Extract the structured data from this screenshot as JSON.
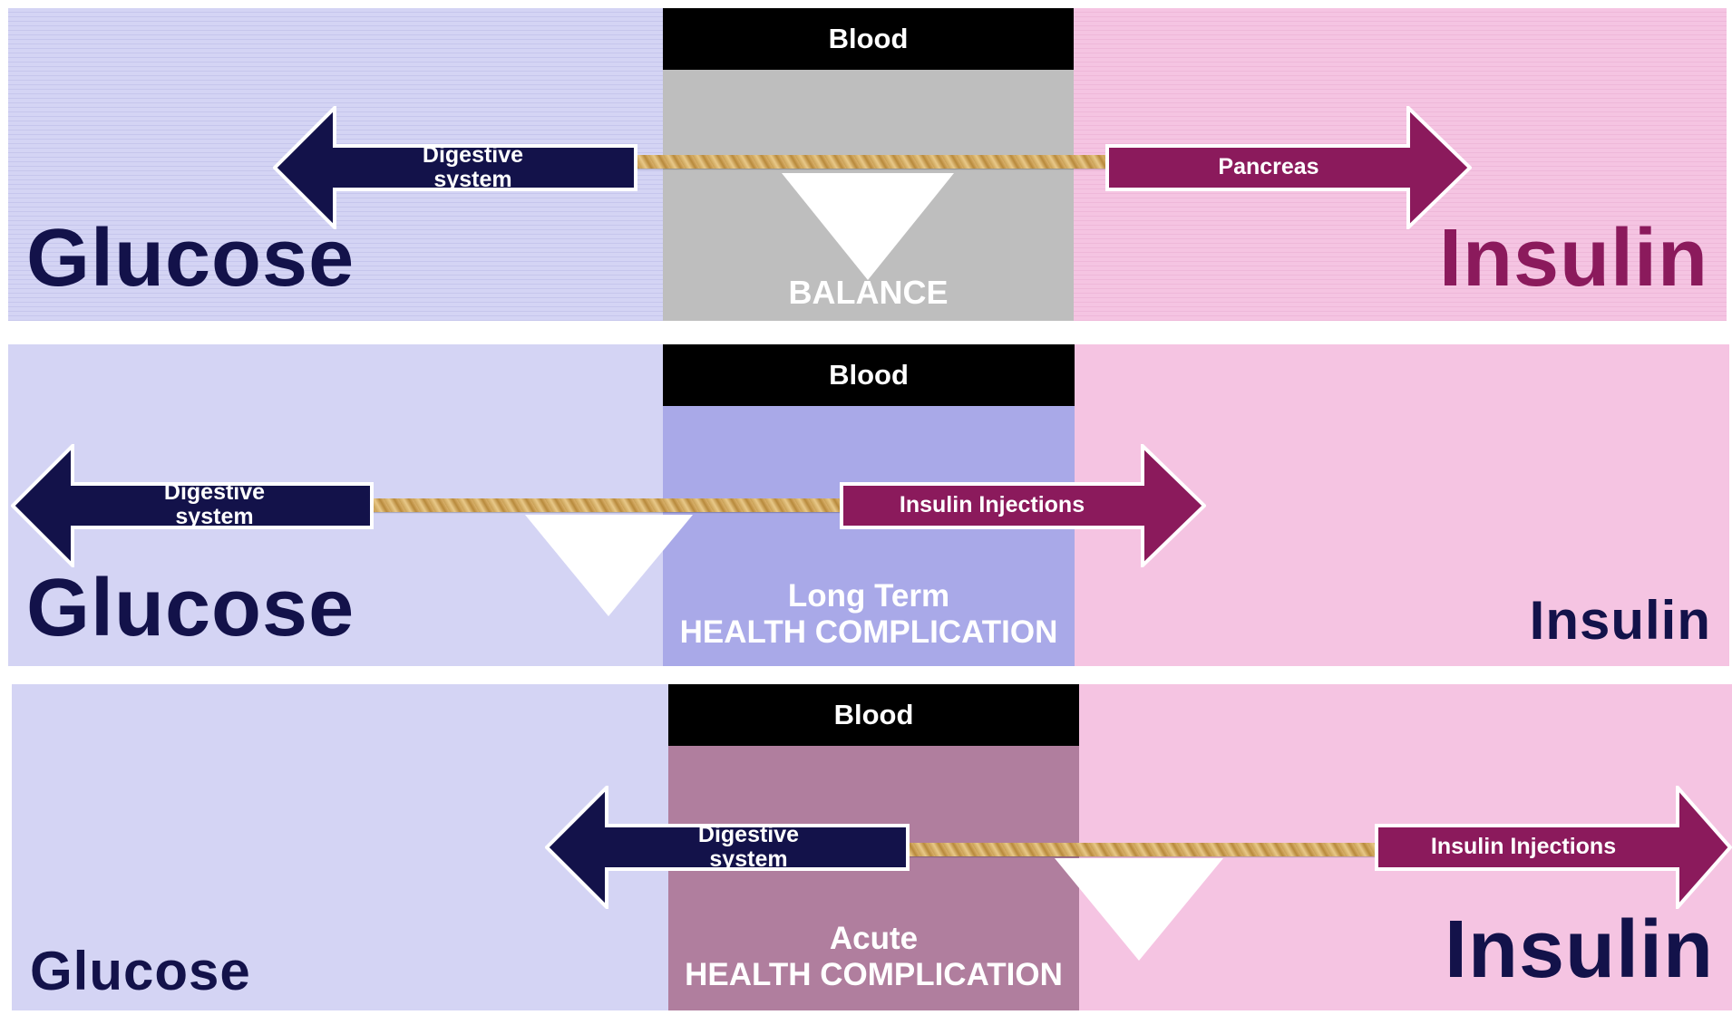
{
  "panels": [
    {
      "blood_label": "Blood",
      "status_lines": [
        "BALANCE"
      ],
      "glucose_label": "Glucose",
      "insulin_label": "Insulin",
      "left_arrow_label": "Digestive system",
      "right_arrow_label": "Pancreas"
    },
    {
      "blood_label": "Blood",
      "status_lines": [
        "Long Term",
        "HEALTH COMPLICATION"
      ],
      "glucose_label": "Glucose",
      "insulin_label": "Insulin",
      "left_arrow_label": "Digestive system",
      "right_arrow_label": "Insulin Injections"
    },
    {
      "blood_label": "Blood",
      "status_lines": [
        "Acute",
        "HEALTH COMPLICATION"
      ],
      "glucose_label": "Glucose",
      "insulin_label": "Insulin",
      "left_arrow_label": "Digestive system",
      "right_arrow_label": "Insulin Injections"
    }
  ],
  "colors": {
    "glucose_zone": "#d4d4f4",
    "insulin_zone": "#f5c4e2",
    "navy": "#13124a",
    "magenta": "#8b1a5c",
    "balance_body": "#bebebe",
    "long_term_body": "#a9a9e8",
    "acute_body": "#b07e9e"
  }
}
